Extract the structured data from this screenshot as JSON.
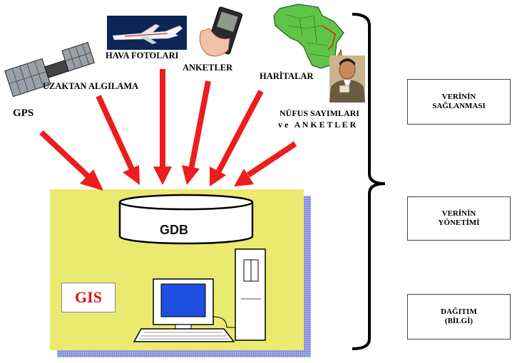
{
  "sources": {
    "gps": "GPS",
    "remote_sensing": "UZAKTAN ALGILAMA",
    "aerial_photos": "HAVA FOTOLARI",
    "surveys": "ANKETLER",
    "maps": "HARİTALAR",
    "census_line1": "NÜFUS SAYIMLARI",
    "census_line2": "v e   A N K E T L E R"
  },
  "system": {
    "database": "GDB",
    "gis": "GIS"
  },
  "phases": [
    {
      "line1": "VERİNİN",
      "line2": "SAĞLANMASI"
    },
    {
      "line1": "VERİNİN",
      "line2": "YÖNETİMİ"
    },
    {
      "line1": "DAĞITIM",
      "line2": "(BİLGİ)"
    }
  ],
  "colors": {
    "arrow": "#ee1c1c",
    "panel": "#eaea70",
    "panel_shadow": "#8c93d8",
    "monitor_screen": "#1f4fe0",
    "gis_text": "#d8141c"
  },
  "icons": [
    "satellite-icon",
    "airplane-icon",
    "handheld-survey-icon",
    "africa-map-icon",
    "person-icon",
    "database-cylinder-icon",
    "computer-icon"
  ]
}
